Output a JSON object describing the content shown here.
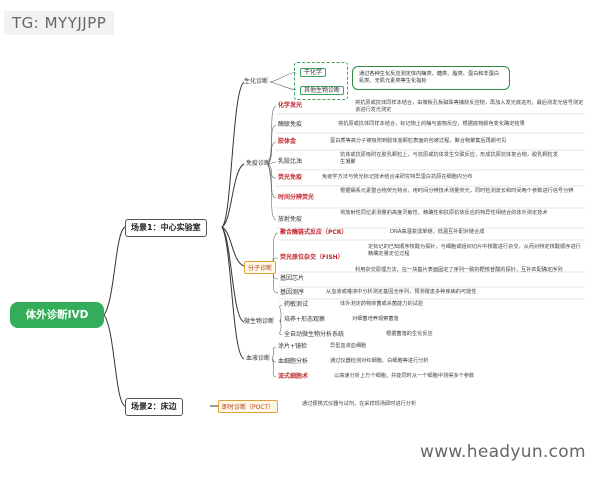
{
  "tag": "TG: MYYJJPP",
  "root": "体外诊断IVD",
  "scene1": "场景1：中心实验室",
  "scene2": "场景2：床边",
  "biochem": {
    "label": "生化诊断",
    "sub1": "干化学",
    "sub2": "其他生物诊断",
    "desc": "通过各种生化反应测定体内酶类、糖类、脂类、蛋白和非蛋白氮类、无机元素类等生化指标"
  },
  "immuno": {
    "label": "免疫诊断",
    "items": [
      {
        "name": "化学发光",
        "desc": "将抗原或抗体同样本结合，由微板孔板磁珠等捕获反应物，再加入发光底进剂，最后测发光信号测定该进行发光测定"
      },
      {
        "name": "酶联免疫",
        "desc": "将抗原或抗体同样本结合，标记物上的酶与底物反应，根据底物颜色变化确定结果"
      },
      {
        "name": "胶体金",
        "desc": "蛋白质等高分子被吸附到胶体金颗粒表面的包被过程，聚合物聚集后再颜可见"
      },
      {
        "name": "乳胶比浊",
        "desc": "抗体或抗原吸附在胶乳颗粒上，与抗原或抗体发生交联反应，形成抗原抗体复合物，胶乳颗粒发生凝聚"
      },
      {
        "name": "荧光免疫",
        "desc": "免疫学方法与荧光标记技术结合来研究特异蛋白抗原在细胞内分布"
      },
      {
        "name": "时间分辨荧光",
        "desc": "根据镧系元素螯合物荧光特点，用时间分辨技术测量荧光，同时检测波长和时间两个参数进行信号分辨"
      },
      {
        "name": "放射免疫",
        "desc": "将放射性同位素测量的高度灵敏性、精确性和抗原抗体反应的特异性相结合的体外测定技术"
      }
    ]
  },
  "molecular": {
    "label": "分子诊断",
    "items": [
      {
        "name": "聚合酶链式反应（PCR）",
        "desc": "DNA高温变成单链，低温互补配对链合成"
      },
      {
        "name": "荧光原位杂交（FISH）",
        "desc": "定标记的已知顺序核酸为探针，与细胞或组织切片中核酸进行杂交，从而对特定核酸顺序进行精确定量定位过程"
      },
      {
        "name": "基因芯片",
        "desc": "利用杂交原理方法，在一块基片表面固定了序列一致的靶核苷酸的探针，互补匹配确定序列"
      },
      {
        "name": "基因测序",
        "desc": "从血液或唾液中分析测定基因全序列，预测罹患多种疾病的可能性"
      }
    ]
  },
  "micro": {
    "label": "微生物诊断",
    "items": [
      {
        "name": "药敏测试",
        "desc": "体外测定药物抑菌或杀菌能力的试验"
      },
      {
        "name": "培养+形态观察",
        "desc": "对细菌培养观察菌落"
      },
      {
        "name": "全自动微生物分析系统",
        "desc": "根据菌落的生化反应"
      }
    ]
  },
  "blood": {
    "label": "血液诊断",
    "items": [
      {
        "name": "涂片+镜检",
        "desc": "异型血液血细胞"
      },
      {
        "name": "血细胞分析",
        "desc": "通过仪器检测对红细胞、白细胞等进行分析"
      },
      {
        "name": "流式细胞术",
        "desc": "以高速分析上万个细胞，并能同时从一个细胞中测得多个参数"
      }
    ]
  },
  "poct": {
    "name": "即时诊断（POCT）",
    "desc": "通过便携式仪器与试剂，在采样现场即时进行分析"
  },
  "watermark": "www.headyun.com"
}
